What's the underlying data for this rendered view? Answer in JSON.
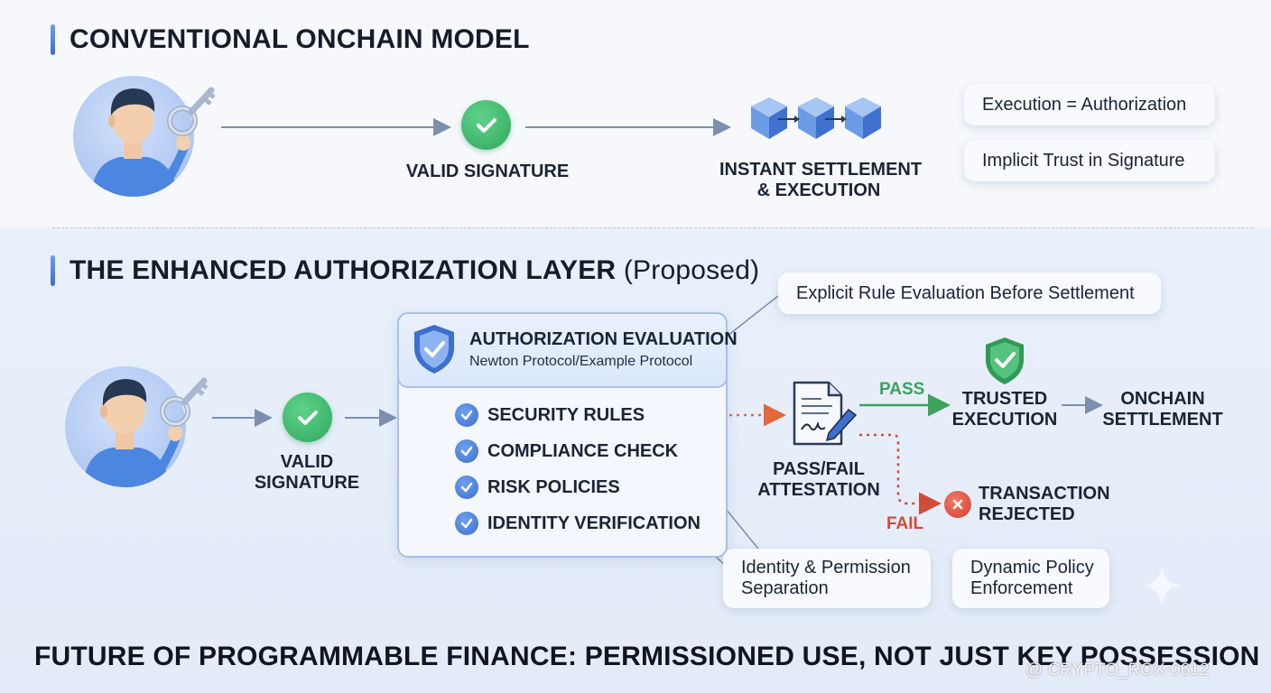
{
  "top": {
    "title": "CONVENTIONAL ONCHAIN MODEL",
    "valid_signature": "VALID SIGNATURE",
    "settlement_line1": "INSTANT SETTLEMENT",
    "settlement_line2": "& EXECUTION",
    "bubbles": [
      "Execution = Authorization",
      "Implicit Trust in Signature"
    ]
  },
  "bottom": {
    "title_bold": "THE ENHANCED AUTHORIZATION LAYER",
    "title_light": "(Proposed)",
    "valid_signature_line1": "VALID",
    "valid_signature_line2": "SIGNATURE",
    "eval_title": "AUTHORIZATION EVALUATION",
    "eval_subtitle": "Newton Protocol/Example Protocol",
    "rules": [
      "SECURITY RULES",
      "COMPLIANCE CHECK",
      "RISK POLICIES",
      "IDENTITY VERIFICATION"
    ],
    "explicit_bubble": "Explicit Rule Evaluation Before Settlement",
    "attestation_line1": "PASS/FAIL",
    "attestation_line2": "ATTESTATION",
    "pass": "PASS",
    "fail": "FAIL",
    "trusted_line1": "TRUSTED",
    "trusted_line2": "EXECUTION",
    "onchain_line1": "ONCHAIN",
    "onchain_line2": "SETTLEMENT",
    "rejected_line1": "TRANSACTION",
    "rejected_line2": "REJECTED",
    "identity_bubble_line1": "Identity & Permission",
    "identity_bubble_line2": "Separation",
    "dynamic_bubble_line1": "Dynamic Policy",
    "dynamic_bubble_line2": "Enforcement"
  },
  "footer": {
    "text": "FUTURE OF PROGRAMMABLE FINANCE: PERMISSIONED USE, NOT JUST KEY POSSESSION",
    "watermark": "@ CRYPTO_ROX-0612"
  },
  "colors": {
    "accent_blue": "#3e6fcd",
    "pass_green": "#3ba35a",
    "fail_red": "#d24a3a",
    "arrow_gray": "#7d8fae"
  },
  "icons": [
    "user-with-key-icon",
    "check-icon",
    "blockchain-cubes-icon",
    "shield-check-icon",
    "document-signature-icon",
    "reject-x-icon",
    "sparkle-icon"
  ]
}
